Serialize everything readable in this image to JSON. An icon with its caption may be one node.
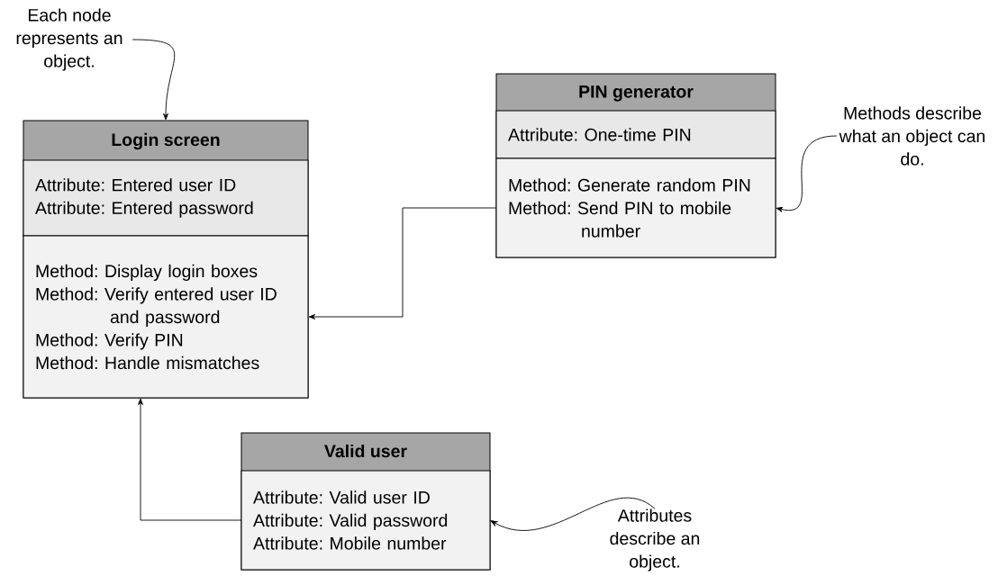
{
  "diagram": {
    "nodes": [
      {
        "text": [
          "Each node represents an object."
        ]
      },
      {
        "text": [
          "Login screen"
        ]
      },
      {
        "text": [
          "Attribute: Entered user ID",
          "Attribute: Entered password"
        ],
        "in": 1
      },
      {
        "text": [
          "Method: Display login boxes",
          "Method: Verify entered user ID and password",
          "Method: Verify PIN",
          "Method: Handle mismatches"
        ],
        "in": 1
      },
      {
        "text": [
          "PIN generator"
        ]
      },
      {
        "text": [
          "Attribute: One-time PIN"
        ],
        "in": 4
      },
      {
        "text": [
          "Method: Generate random PIN",
          "Method: Send PIN to mobile number"
        ],
        "in": 4
      },
      {
        "text": [
          "Methods describe what an object can do."
        ]
      },
      {
        "text": [
          "Valid user"
        ]
      },
      {
        "text": [
          "Attribute: Valid user ID",
          "Attribute: Valid password",
          "Attribute: Mobile number"
        ],
        "in": 8
      },
      {
        "text": [
          "Attributes describe an object."
        ]
      }
    ],
    "edges": [
      {
        "from": 0,
        "to": 1,
        "arrow": "to"
      },
      {
        "from": 6,
        "to": 3,
        "arrow": "to"
      },
      {
        "from": 9,
        "to": 3,
        "arrow": "to"
      },
      {
        "from": 7,
        "to": 6,
        "arrow": "to"
      },
      {
        "from": 10,
        "to": 9,
        "arrow": "to"
      }
    ]
  }
}
